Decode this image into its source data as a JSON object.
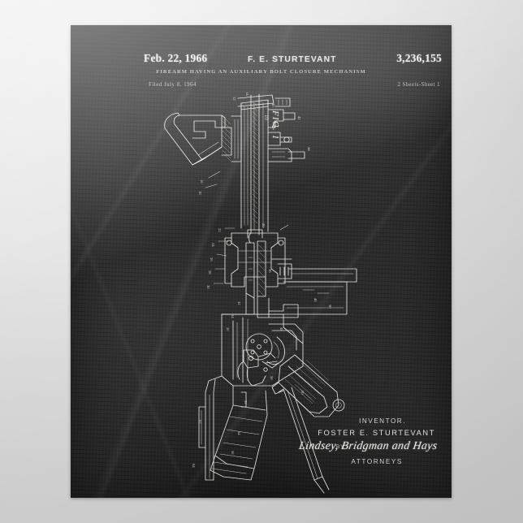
{
  "poster": {
    "type": "patent-print-poster",
    "background_color": "#2c2c2c",
    "mat_color": "#e2e2e2",
    "ink_color": "#e8e8e4"
  },
  "header": {
    "date": "Feb. 22, 1966",
    "inventor_surname_line": "F. E. STURTEVANT",
    "patent_number": "3,236,155",
    "title": "FIREARM HAVING AN AUXILIARY BOLT CLOSURE MECHANISM",
    "filed": "Filed July 8, 1964",
    "sheets": "2 Sheets-Sheet 1"
  },
  "figure": {
    "label": "FIG. 1",
    "reference_numeral": "10"
  },
  "signature": {
    "inventor_label": "INVENTOR.",
    "inventor_name": "FOSTER  E.  STURTEVANT",
    "by_label": "BY",
    "attorney_signature": "Lindsey, Bridgman and Hays",
    "attorneys_label": "ATTORNEYS"
  },
  "drawing": {
    "subject": "firearm-cutaway-side-elevation",
    "orientation": "rotated-90-degrees",
    "reference_numerals": [
      "10",
      "11",
      "12",
      "13",
      "14",
      "15",
      "16",
      "17",
      "18",
      "19",
      "20",
      "21",
      "22",
      "23",
      "24",
      "25",
      "26",
      "27",
      "28",
      "29",
      "30",
      "31",
      "32",
      "33",
      "34",
      "35",
      "36",
      "37",
      "38",
      "39",
      "40",
      "41",
      "42",
      "43",
      "44",
      "45",
      "46",
      "47",
      "48",
      "50",
      "52",
      "54",
      "56",
      "58",
      "60",
      "62",
      "64",
      "66",
      "68",
      "70"
    ]
  }
}
